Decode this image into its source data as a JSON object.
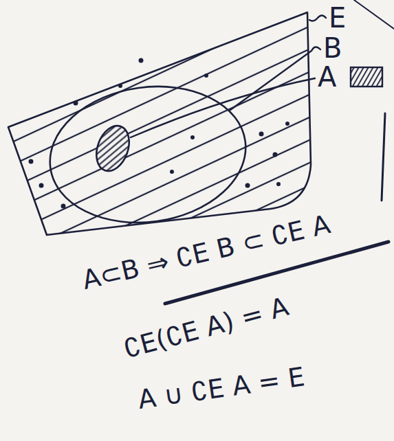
{
  "diagram": {
    "nodes": [
      {
        "text": [
          "E"
        ]
      },
      {
        "text": [
          "B"
        ],
        "in": 0
      },
      {
        "text": [
          "A"
        ],
        "in": 1
      }
    ],
    "labels": [
      "A⊂B ⇒ ∁E B ⊂ ∁E A",
      "∁E(∁E A) = A",
      "A ∪ ∁E A = E"
    ]
  }
}
